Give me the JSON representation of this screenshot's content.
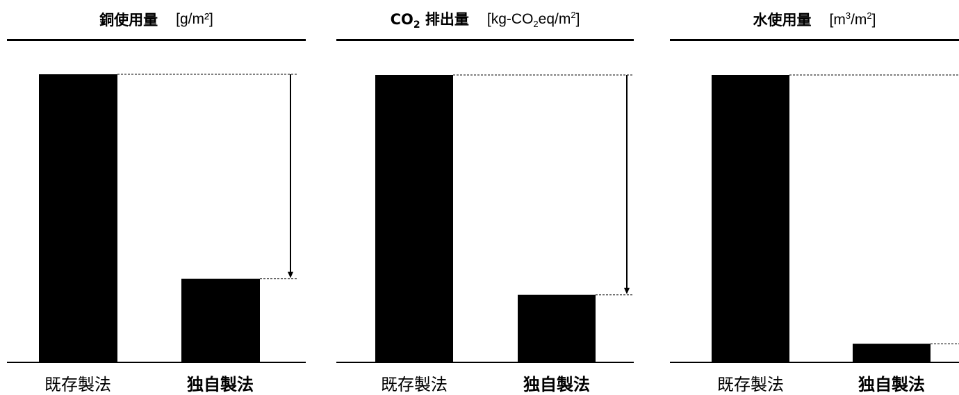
{
  "chart_data": [
    {
      "type": "bar",
      "title": "銅使用量",
      "unit": "[g/m²]",
      "categories": [
        "既存製法",
        "独自製法"
      ],
      "values": [
        100,
        29
      ],
      "ylim": [
        0,
        100
      ],
      "reduction_arrow": true
    },
    {
      "type": "bar",
      "title": "CO₂ 排出量",
      "unit": "[kg-CO₂eq/m²]",
      "categories": [
        "既存製法",
        "独自製法"
      ],
      "values": [
        100,
        23.5
      ],
      "ylim": [
        0,
        100
      ],
      "reduction_arrow": true
    },
    {
      "type": "bar",
      "title": "水使用量",
      "unit": "[m³/m²]",
      "categories": [
        "既存製法",
        "独自製法"
      ],
      "values": [
        100,
        6.5
      ],
      "ylim": [
        0,
        100
      ],
      "reduction_arrow": false
    }
  ]
}
